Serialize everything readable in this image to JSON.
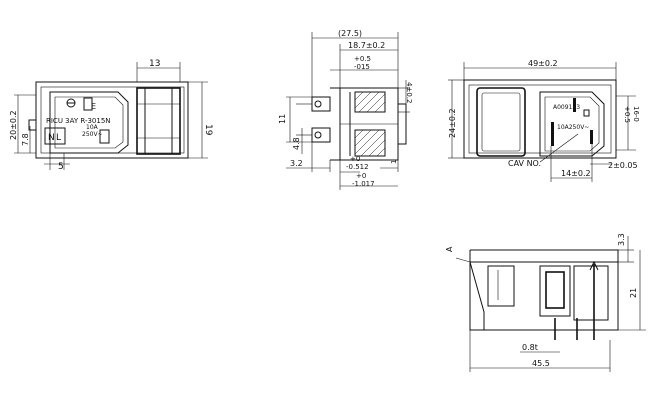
{
  "front_view": {
    "dim_width": "13",
    "dim_height_20": "20±0.2",
    "dim_height_19": "19",
    "dim_7_8": "7.8",
    "dim_5": "5",
    "marking_e": "E",
    "marking_l": "L",
    "marking_n": "N",
    "marking_part": "RICU 3AY R-3015N",
    "marking_rating_1": "10A",
    "marking_rating_2": "250V~"
  },
  "side_view": {
    "dim_27_5": "(27.5)",
    "dim_18_7": "18.7±0.2",
    "dim_015_top": "+0.5",
    "dim_015_bot": "-015",
    "dim_4": "4±0.2",
    "dim_11": "11",
    "dim_4_8": "4.8",
    "dim_3_2": "3.2",
    "dim_0512_top": "+0",
    "dim_0512_bot": "-0.512",
    "dim_1_side": "1",
    "dim_1017_top": "+0",
    "dim_1017_bot": "-1.017"
  },
  "top_view": {
    "dim_49": "49±0.2",
    "dim_24": "24±0.2",
    "dim_16_top": "+0.5",
    "dim_16_bot": "16-0",
    "dim_14": "14±0.2",
    "dim_2": "2±0.05",
    "label_cav": "CAV NO.",
    "marking_code": "A009133",
    "marking_rating": "10A250V~"
  },
  "bottom_view": {
    "dim_3_3": "3.3",
    "dim_21": "21",
    "dim_0_8t": "0.8t",
    "dim_45_5": "45.5",
    "label_a": "A"
  }
}
